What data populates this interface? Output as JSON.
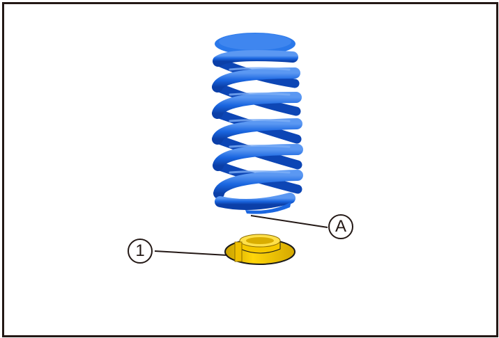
{
  "diagram": {
    "parts": [
      {
        "id": "A",
        "label": "A",
        "description": "coil spring lower end",
        "color": "#1a66e0"
      },
      {
        "id": "1",
        "label": "1",
        "description": "spring seat / isolator",
        "color": "#f2c400"
      }
    ],
    "colors": {
      "border": "#231815",
      "spring": "#1a66e0",
      "spring_dark": "#0b3fa8",
      "spring_light": "#4a8cf0",
      "seat": "#f2c400",
      "seat_dark": "#b38f00"
    }
  }
}
